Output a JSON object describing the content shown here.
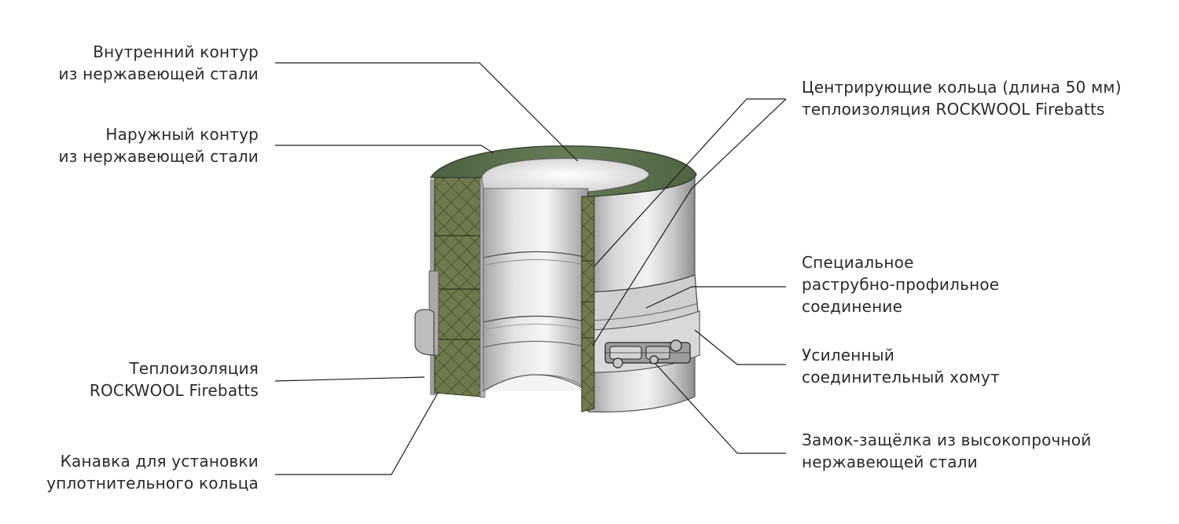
{
  "labels": {
    "inner_contour": {
      "line1": "Внутренний контур",
      "line2": "из нержавеющей стали"
    },
    "outer_contour": {
      "line1": "Наружный контур",
      "line2": "из нержавеющей стали"
    },
    "insulation": {
      "line1": "Теплоизоляция",
      "line2": "ROCKWOOL Firebatts"
    },
    "groove": {
      "line1": "Канавка для установки",
      "line2": "уплотнительного кольца"
    },
    "centering_rings": {
      "line1": "Центрирующие кольца (длина 50 мм)",
      "line2": "теплоизоляция ROCKWOOL Firebatts"
    },
    "special_joint": {
      "line1": "Специальное",
      "line2": "раструбно-профильное",
      "line3": "соединение"
    },
    "clamp": {
      "line1": "Усиленный",
      "line2": "соединительный хомут"
    },
    "latch": {
      "line1": "Замок-защёлка из высокопрочной",
      "line2": "нержавеющей стали"
    }
  },
  "colors": {
    "steel_light": "#e6e6e6",
    "steel_mid": "#b9b9b9",
    "steel_dark": "#8d8d8d",
    "insulation_fill": "#6e7a4c",
    "insulation_top": "#5a6e45",
    "leader_line": "#1e1e1e"
  }
}
